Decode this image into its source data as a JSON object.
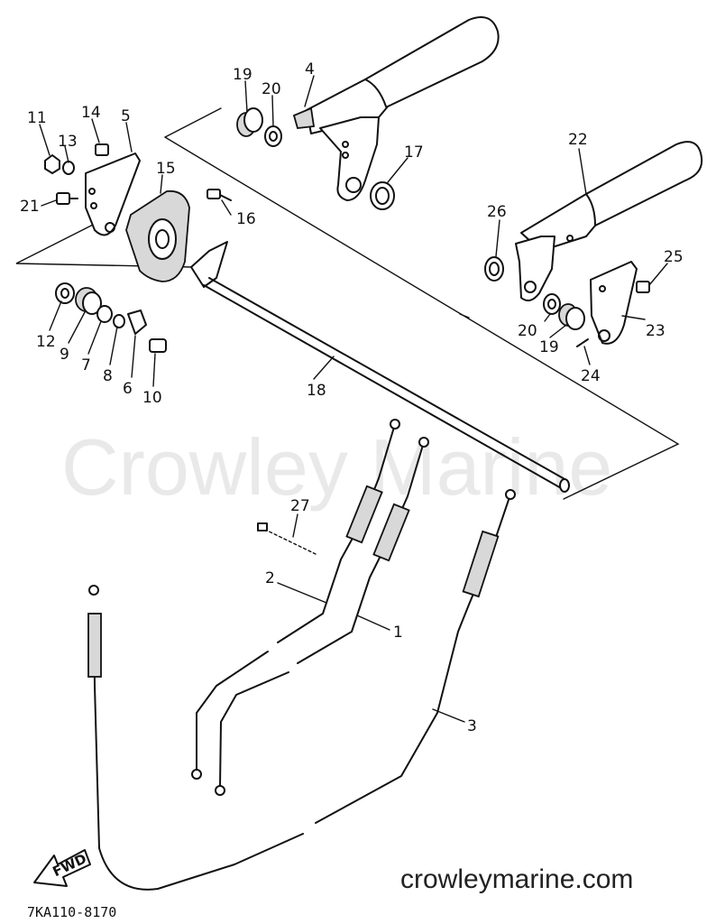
{
  "watermark": "Crowley Marine",
  "footer": {
    "website": "crowleymarine.com",
    "drawing_code": "7KA110-8170"
  },
  "direction_label": "FWD",
  "callouts": [
    {
      "id": "c4",
      "label": "4"
    },
    {
      "id": "c19a",
      "label": "19"
    },
    {
      "id": "c20a",
      "label": "20"
    },
    {
      "id": "c11",
      "label": "11"
    },
    {
      "id": "c14",
      "label": "14"
    },
    {
      "id": "c5",
      "label": "5"
    },
    {
      "id": "c13",
      "label": "13"
    },
    {
      "id": "c15",
      "label": "15"
    },
    {
      "id": "c21",
      "label": "21"
    },
    {
      "id": "c17",
      "label": "17"
    },
    {
      "id": "c22",
      "label": "22"
    },
    {
      "id": "c16",
      "label": "16"
    },
    {
      "id": "c26",
      "label": "26"
    },
    {
      "id": "c25",
      "label": "25"
    },
    {
      "id": "c12",
      "label": "12"
    },
    {
      "id": "c9",
      "label": "9"
    },
    {
      "id": "c7",
      "label": "7"
    },
    {
      "id": "c8",
      "label": "8"
    },
    {
      "id": "c6",
      "label": "6"
    },
    {
      "id": "c10",
      "label": "10"
    },
    {
      "id": "c20b",
      "label": "20"
    },
    {
      "id": "c19b",
      "label": "19"
    },
    {
      "id": "c23",
      "label": "23"
    },
    {
      "id": "c24",
      "label": "24"
    },
    {
      "id": "c18",
      "label": "18"
    },
    {
      "id": "c27",
      "label": "27"
    },
    {
      "id": "c2",
      "label": "2"
    },
    {
      "id": "c1",
      "label": "1"
    },
    {
      "id": "c3",
      "label": "3"
    }
  ]
}
